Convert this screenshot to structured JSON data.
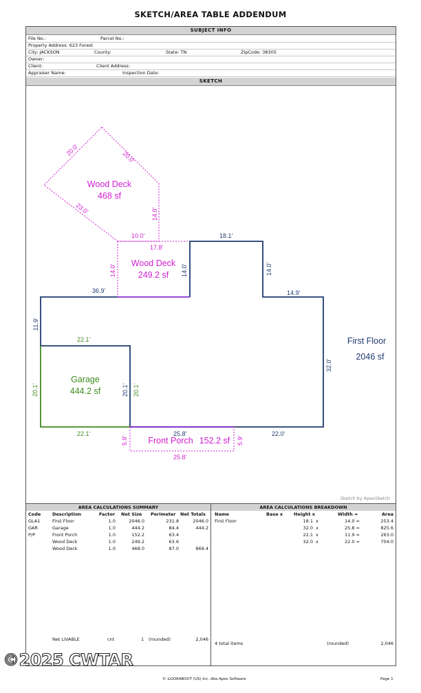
{
  "title": "SKETCH/AREA TABLE ADDENDUM",
  "subject_info": {
    "header": "SUBJECT INFO",
    "file_no": "File No.:",
    "parcel_no": "Parcel No.:",
    "property_address": "Property Address: 623 Forest",
    "city": "City: JACKSON",
    "county": "County:",
    "state": "State: TN",
    "zip": "ZipCode: 38305",
    "owner": "Owner:",
    "client": "Client:",
    "client_address": "Client Address:",
    "appraiser": "Appraiser Name:",
    "inspection_date": "Inspection Date:"
  },
  "sketch": {
    "header": "SKETCH",
    "credit": "Sketch by ApexSketch",
    "colors": {
      "floor": "#1f3a6e",
      "deck": "#d21ed2",
      "garage": "#3f8a1f"
    },
    "wood_deck_1": {
      "name": "Wood Deck",
      "area": "468 sf",
      "dims": [
        "20.0'",
        "20.0'",
        "23.0'",
        "14.0'",
        "10.0'"
      ]
    },
    "wood_deck_2": {
      "name": "Wood Deck",
      "area": "249.2 sf",
      "dims": [
        "17.8'",
        "14.0'",
        "14.0'"
      ]
    },
    "first_floor": {
      "name": "First Floor",
      "area": "2046 sf",
      "dims": [
        "18.1'",
        "14.0'",
        "36.9'",
        "14.9'",
        "11.9'",
        "32.0'",
        "22.0'",
        "25.8'",
        "20.1'"
      ]
    },
    "garage": {
      "name": "Garage",
      "area": "444.2 sf",
      "dims": [
        "22.1'",
        "20.1'",
        "22.1'",
        "20.1'"
      ]
    },
    "front_porch": {
      "name": "Front Porch",
      "area": "152.2 sf",
      "dims": [
        "5.9'",
        "5.9'",
        "25.8'"
      ]
    }
  },
  "summary": {
    "header": "AREA CALCULATIONS SUMMARY",
    "columns": [
      "Code",
      "Description",
      "Factor",
      "Net Size",
      "Perimeter",
      "Net Totals"
    ],
    "rows": [
      [
        "GLA1",
        "First Floor",
        "1.0",
        "2046.0",
        "231.8",
        "2046.0"
      ],
      [
        "GAR",
        "Garage",
        "1.0",
        "444.2",
        "84.4",
        "444.2"
      ],
      [
        "P/P",
        "Front Porch",
        "1.0",
        "152.2",
        "63.4",
        ""
      ],
      [
        "",
        "Wood Deck",
        "1.0",
        "249.2",
        "63.6",
        ""
      ],
      [
        "",
        "Wood Deck",
        "1.0",
        "468.0",
        "87.0",
        "869.4"
      ]
    ],
    "net_livable": {
      "label": "Net LIVABLE",
      "cnt_label": "cnt",
      "cnt": "1",
      "rounded": "(rounded)",
      "total": "2,046"
    }
  },
  "breakdown": {
    "header": "AREA CALCULATIONS BREAKDOWN",
    "columns": [
      "Name",
      "Base  x",
      "Height  x",
      "Width =",
      "Area"
    ],
    "name": "First Floor",
    "rows": [
      [
        "18.1",
        "x",
        "14.0 =",
        "253.4"
      ],
      [
        "32.0",
        "x",
        "25.8 =",
        "825.6"
      ],
      [
        "22.1",
        "x",
        "11.9 =",
        "263.0"
      ],
      [
        "32.0",
        "x",
        "22.0 =",
        "704.0"
      ]
    ],
    "total_items": "4 total items",
    "rounded": "(rounded)",
    "total": "2,046"
  },
  "footer": {
    "copyright": "© iLOOKABOUT (US) Inc. dba Apex Software",
    "page": "Page 1"
  },
  "watermark": "©2025 CWTAR"
}
